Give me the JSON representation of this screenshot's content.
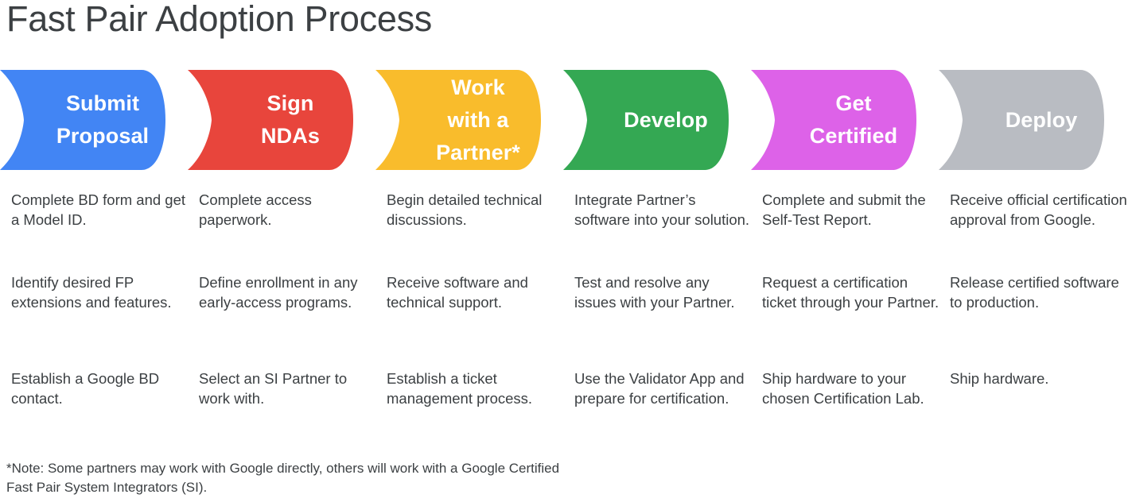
{
  "page": {
    "title": "Fast Pair Adoption Process",
    "footnote": "*Note: Some partners may work with Google directly, others will work with a Google Certified Fast Pair System Integrators (SI)."
  },
  "colors": {
    "blue": "#4285f4",
    "red": "#e8453c",
    "yellow": "#f9bc2c",
    "green": "#34a853",
    "magenta": "#dd62e8",
    "grey": "#b9bcc2",
    "title_text": "#3c4043",
    "body_text": "#3c4043",
    "banner_text": "#ffffff",
    "background": "#ffffff"
  },
  "stages": [
    {
      "id": "submit-proposal",
      "label_lines": [
        "Submit",
        "Proposal"
      ],
      "color": "#4285f4",
      "items": [
        "Complete BD form and get a Model ID.",
        "Identify desired FP extensions and features.",
        "Establish a Google BD contact."
      ]
    },
    {
      "id": "sign-ndas",
      "label_lines": [
        "Sign",
        "NDAs"
      ],
      "color": "#e8453c",
      "items": [
        "Complete access paperwork.",
        "Define enrollment in any early-access programs.",
        "Select an SI Partner to work with."
      ]
    },
    {
      "id": "work-with-a-partner",
      "label_lines": [
        "Work",
        "with a",
        "Partner*"
      ],
      "color": "#f9bc2c",
      "items": [
        "Begin detailed technical discussions.",
        "Receive software and technical support.",
        "Establish a ticket management process."
      ]
    },
    {
      "id": "develop",
      "label_lines": [
        "Develop"
      ],
      "color": "#34a853",
      "items": [
        "Integrate Partner’s software into your solution.",
        "Test and resolve any issues with your Partner.",
        "Use the Validator App and prepare for certification."
      ]
    },
    {
      "id": "get-certified",
      "label_lines": [
        "Get",
        "Certified"
      ],
      "color": "#dd62e8",
      "items": [
        "Complete and submit the Self-Test Report.",
        "Request a certification ticket through your Partner.",
        "Ship hardware to your chosen Certification Lab."
      ]
    },
    {
      "id": "deploy",
      "label_lines": [
        "Deploy"
      ],
      "color": "#b9bcc2",
      "items": [
        "Receive official certification approval from Google.",
        "Release certified software to production.",
        "Ship hardware."
      ]
    }
  ]
}
